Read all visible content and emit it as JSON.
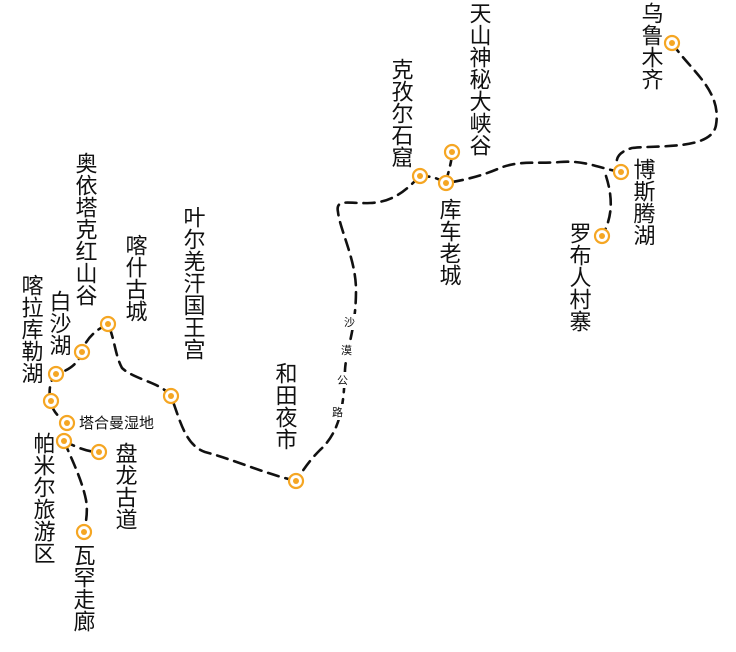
{
  "map": {
    "colors": {
      "route": "#111111",
      "stop": "#f5a623",
      "background": "#ffffff"
    },
    "stops": {
      "urumqi": "乌鲁木齐",
      "tianshan": "天山神秘大峡谷",
      "kizil": "克孜尔石窟",
      "kuche": "库车老城",
      "bosten": "博斯腾湖",
      "luobu": "罗布人村寨",
      "hotan": "和田夜市",
      "yeerqiang": "叶尔羌汗国王宫",
      "kashgar": "喀什古城",
      "aoyitake": "奥依塔克红山谷",
      "baishahu": "白沙湖",
      "karakul": "喀拉库勒湖",
      "tashkurgan": "塔合曼湿地",
      "pamir": "帕米尔旅游区",
      "panlong": "盘龙古道",
      "wakhan": "瓦罕走廊"
    },
    "road_label": [
      "沙",
      "漠",
      "公",
      "路"
    ]
  }
}
